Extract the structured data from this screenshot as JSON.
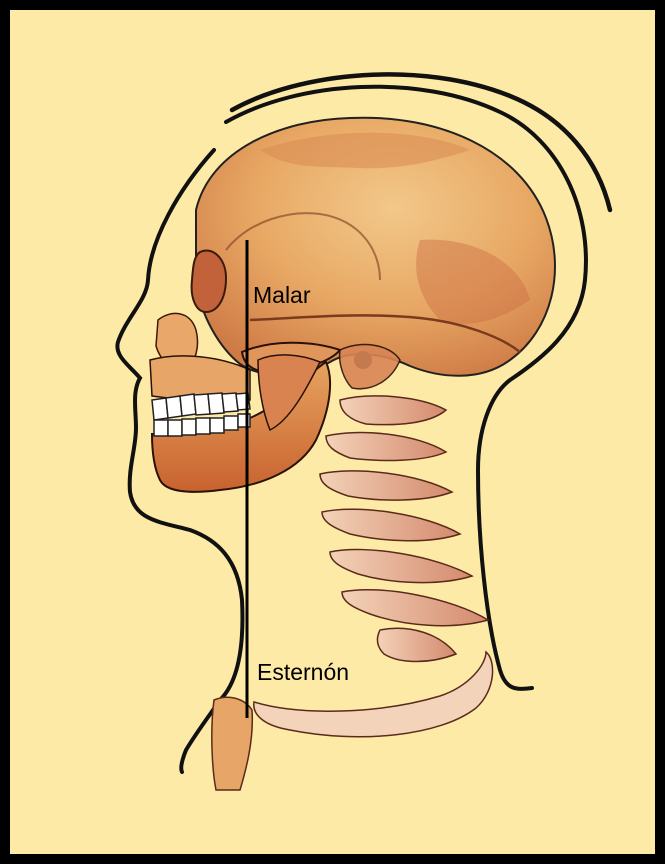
{
  "labels": {
    "malar": "Malar",
    "esternon": "Esternón"
  },
  "colors": {
    "background": "#fdeaa6",
    "frame": "#000000",
    "bone_light": "#eebd7a",
    "bone_mid": "#df9d5b",
    "bone_dark": "#c7653a",
    "bone_pink": "#e6b3a0",
    "outline": "#111111",
    "teeth": "#ffffff"
  },
  "figure": {
    "subject": "skull-head-neck-profile",
    "reference_line": "vertical-line-malar-to-esternon"
  }
}
